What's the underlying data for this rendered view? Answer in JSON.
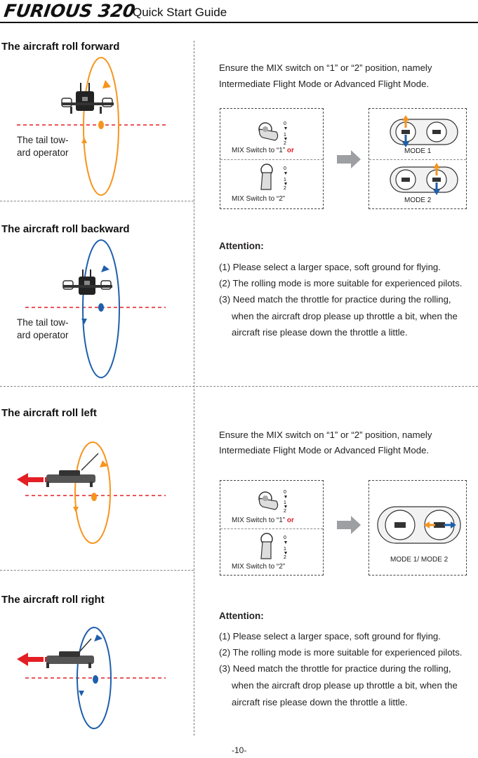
{
  "header": {
    "brand": "FURIOUS 320",
    "subtitle": "Quick Start Guide"
  },
  "sections": [
    {
      "title": "The aircraft roll forward",
      "caption_lines": [
        "The tail tow-",
        "ard operator"
      ]
    },
    {
      "title": "The aircraft roll backward",
      "caption_lines": [
        "The tail tow-",
        "ard operator"
      ]
    },
    {
      "title": "The aircraft roll left"
    },
    {
      "title": "The aircraft roll right"
    }
  ],
  "instruction": {
    "line1": "Ensure the MIX switch on “1” or “2” position, namely",
    "line2": "Intermediate Flight Mode or Advanced Flight Mode."
  },
  "switch": {
    "label1": "MIX Switch to “1”",
    "or": "or",
    "label2": "MIX Switch to “2”",
    "scale": [
      "0",
      "1",
      "2"
    ]
  },
  "modes": {
    "mode1": "MODE 1",
    "mode2": "MODE 2",
    "mode12": "MODE 1/ MODE 2"
  },
  "attention": {
    "title": "Attention:",
    "items": [
      "(1) Please select a larger space, soft ground for flying.",
      "(2) The rolling mode is more suitable for experienced pilots.",
      "(3) Need match the throttle for practice during the rolling,",
      "when the aircraft drop please up throttle a bit, when the",
      "aircraft rise please down the throttle a little."
    ]
  },
  "page_number": "-10-",
  "colors": {
    "orange": "#f7941d",
    "blue": "#1f5fac",
    "red": "#e31e24",
    "grey_arrow": "#9d9fa2"
  }
}
